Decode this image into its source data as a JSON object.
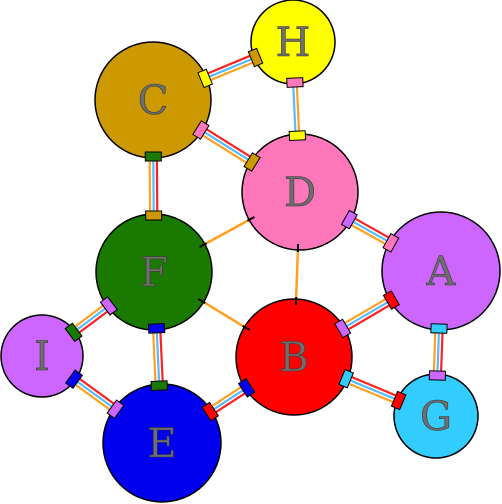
{
  "nodes": [
    {
      "id": "H",
      "label": "H",
      "color": "#ffff00"
    },
    {
      "id": "C",
      "label": "C",
      "color": "#cc9900"
    },
    {
      "id": "D",
      "label": "D",
      "color": "#ff77bb"
    },
    {
      "id": "A",
      "label": "A",
      "color": "#cc66ff"
    },
    {
      "id": "F",
      "label": "F",
      "color": "#1a7a00"
    },
    {
      "id": "B",
      "label": "B",
      "color": "#ff0000"
    },
    {
      "id": "I",
      "label": "I",
      "color": "#cc66ff"
    },
    {
      "id": "G",
      "label": "G",
      "color": "#33ccff"
    },
    {
      "id": "E",
      "label": "E",
      "color": "#0000ee"
    }
  ],
  "edges": [
    {
      "from": "C",
      "to": "H",
      "style": "triple"
    },
    {
      "from": "H",
      "to": "D",
      "style": "double-yellow-blue"
    },
    {
      "from": "C",
      "to": "D",
      "style": "triple"
    },
    {
      "from": "C",
      "to": "F",
      "style": "triple"
    },
    {
      "from": "D",
      "to": "A",
      "style": "triple"
    },
    {
      "from": "D",
      "to": "F",
      "style": "single"
    },
    {
      "from": "D",
      "to": "B",
      "style": "single"
    },
    {
      "from": "F",
      "to": "B",
      "style": "single"
    },
    {
      "from": "A",
      "to": "B",
      "style": "triple"
    },
    {
      "from": "A",
      "to": "G",
      "style": "triple"
    },
    {
      "from": "B",
      "to": "G",
      "style": "triple"
    },
    {
      "from": "B",
      "to": "E",
      "style": "triple"
    },
    {
      "from": "F",
      "to": "I",
      "style": "triple"
    },
    {
      "from": "F",
      "to": "E",
      "style": "triple"
    },
    {
      "from": "I",
      "to": "E",
      "style": "triple"
    }
  ]
}
